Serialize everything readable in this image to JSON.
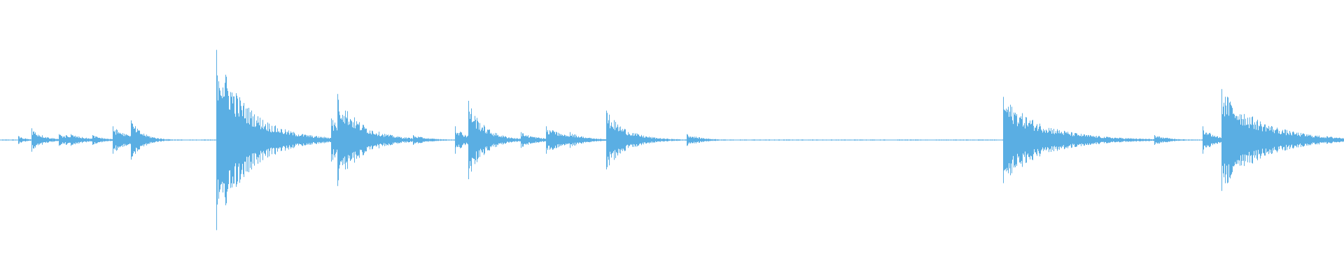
{
  "waveform": {
    "color": "#5aaee3",
    "background": "#ffffff",
    "bursts": [
      {
        "time": 0.027,
        "peak": 0.04,
        "decay": 0.002
      },
      {
        "time": 0.047,
        "peak": 0.12,
        "decay": 0.003
      },
      {
        "time": 0.087,
        "peak": 0.06,
        "decay": 0.004
      },
      {
        "time": 0.098,
        "peak": 0.05,
        "decay": 0.004
      },
      {
        "time": 0.105,
        "peak": 0.06,
        "decay": 0.004
      },
      {
        "time": 0.138,
        "peak": 0.05,
        "decay": 0.003
      },
      {
        "time": 0.168,
        "peak": 0.14,
        "decay": 0.004
      },
      {
        "time": 0.176,
        "peak": 0.08,
        "decay": 0.004
      },
      {
        "time": 0.195,
        "peak": 0.2,
        "decay": 0.003
      },
      {
        "time": 0.322,
        "peak": 0.92,
        "decay": 0.008
      },
      {
        "time": 0.338,
        "peak": 0.12,
        "decay": 0.006
      },
      {
        "time": 0.386,
        "peak": 0.06,
        "decay": 0.005
      },
      {
        "time": 0.493,
        "peak": 0.22,
        "decay": 0.005
      },
      {
        "time": 0.502,
        "peak": 0.47,
        "decay": 0.006
      },
      {
        "time": 0.53,
        "peak": 0.04,
        "decay": 0.004
      },
      {
        "time": 0.615,
        "peak": 0.05,
        "decay": 0.004
      },
      {
        "time": 0.677,
        "peak": 0.14,
        "decay": 0.003
      },
      {
        "time": 0.697,
        "peak": 0.4,
        "decay": 0.004
      },
      {
        "time": 0.727,
        "peak": 0.06,
        "decay": 0.004
      },
      {
        "time": 0.775,
        "peak": 0.08,
        "decay": 0.004
      },
      {
        "time": 0.812,
        "peak": 0.14,
        "decay": 0.005
      },
      {
        "time": 0.822,
        "peak": 0.1,
        "decay": 0.005
      },
      {
        "time": 0.848,
        "peak": 0.08,
        "decay": 0.004
      },
      {
        "time": 0.902,
        "peak": 0.3,
        "decay": 0.005
      },
      {
        "time": 1.022,
        "peak": 0.06,
        "decay": 0.004
      },
      {
        "time": 1.493,
        "peak": 0.44,
        "decay": 0.01
      },
      {
        "time": 1.508,
        "peak": 0.14,
        "decay": 0.008
      },
      {
        "time": 1.545,
        "peak": 0.1,
        "decay": 0.006
      },
      {
        "time": 1.562,
        "peak": 0.08,
        "decay": 0.004
      },
      {
        "time": 1.623,
        "peak": 0.04,
        "decay": 0.004
      },
      {
        "time": 1.718,
        "peak": 0.05,
        "decay": 0.004
      },
      {
        "time": 1.79,
        "peak": 0.14,
        "decay": 0.003
      },
      {
        "time": 1.818,
        "peak": 0.52,
        "decay": 0.01
      },
      {
        "time": 1.836,
        "peak": 0.24,
        "decay": 0.008
      },
      {
        "time": 1.856,
        "peak": 0.12,
        "decay": 0.008
      },
      {
        "time": 1.872,
        "peak": 0.1,
        "decay": 0.006
      },
      {
        "time": 1.882,
        "peak": 0.08,
        "decay": 0.005
      },
      {
        "time": 1.96,
        "peak": 0.03,
        "decay": 0.004
      }
    ],
    "duration": 2.0,
    "noise_floor": 0.006
  }
}
